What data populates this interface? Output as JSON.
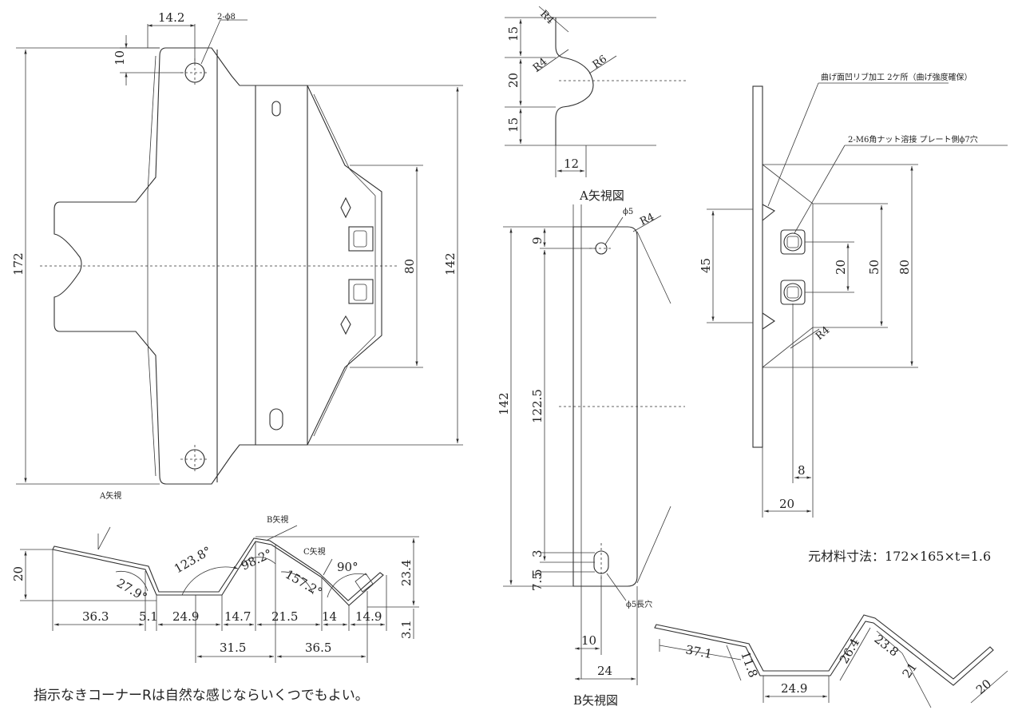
{
  "main_view": {
    "width_top": "14.2",
    "hole_label": "2-ϕ8",
    "hole_offset": "10",
    "overall_height": "172",
    "flange_height": "142",
    "slot_span": "80"
  },
  "section_view": {
    "section_label": "A矢視",
    "dims": {
      "d1": "36.3",
      "d2": "5.1",
      "d3": "24.9",
      "d4": "14.7",
      "d5": "21.5",
      "d6": "14",
      "d7": "14.9",
      "d8": "31.5",
      "d9": "36.5",
      "h_left": "20",
      "h_right": "23.4",
      "h_small": "3.1"
    },
    "angles": {
      "a1": "123.8°",
      "a2": "27.9°",
      "a3": "98.2°",
      "a4": "157.2°",
      "a5": "90°"
    },
    "b_label": "B矢視",
    "c_label": "C矢視"
  },
  "view_a": {
    "title": "A矢視図",
    "r_top": "R4",
    "r_mid": "R4",
    "r_big": "R6",
    "h1": "15",
    "h2": "20",
    "h3": "15",
    "w": "12"
  },
  "view_b": {
    "title": "B矢視図",
    "hole_label": "ϕ5",
    "radius": "R4",
    "top_offset": "9",
    "mid": "122.5",
    "height": "142",
    "slot_a": "3",
    "slot_b": "5",
    "slot_c": "7.5",
    "slot_label": "ϕ5長穴",
    "w_hole": "10",
    "w_total": "24"
  },
  "view_c": {
    "rib_note": "曲げ面凹リブ加工 2ケ所（曲げ強度確保）",
    "nut_note": "2-M6角ナット溶接 プレート側ϕ7穴",
    "d45": "45",
    "d20": "20",
    "d50": "50",
    "d80": "80",
    "radius": "R4",
    "w8": "8",
    "w20": "20"
  },
  "profile_view": {
    "d1": "37.1",
    "d2": "11.8",
    "d3": "24.9",
    "d4": "26.4",
    "d5": "23.8",
    "d6": "21",
    "d7": "20"
  },
  "material_spec": "元材料寸法：172×165×t=1.6",
  "footer_note": "指示なきコーナーRは自然な感じならいくつでもよい。"
}
